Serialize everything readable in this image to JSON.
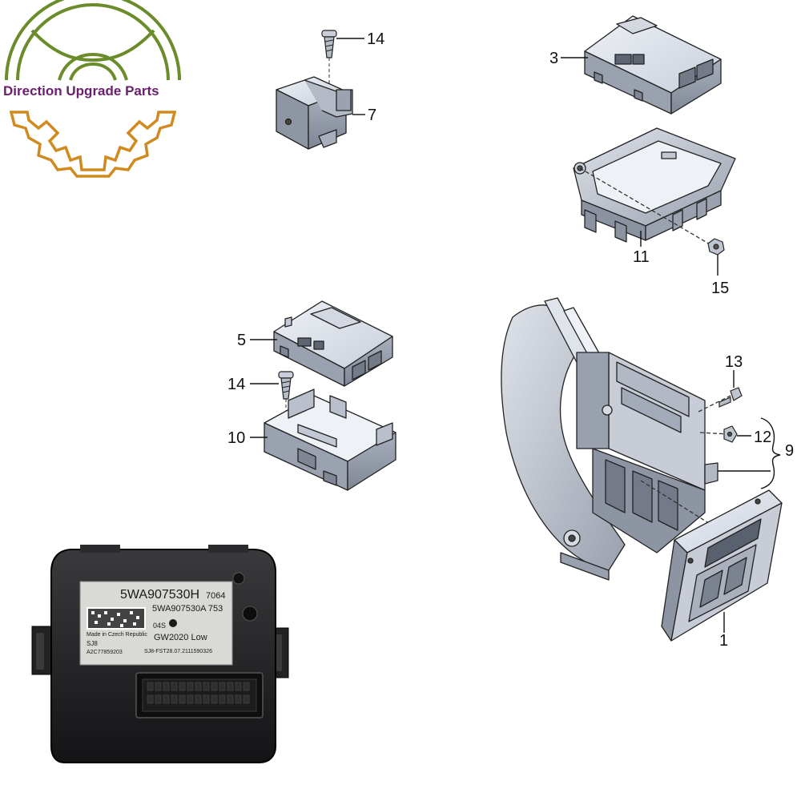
{
  "logo": {
    "brand_text": "Direction Upgrade Parts",
    "colors": {
      "wheel": "#6a8c2a",
      "gear": "#d08a1f",
      "text": "#6a1f6d"
    }
  },
  "callouts": {
    "c14_top": "14",
    "c7": "7",
    "c3": "3",
    "c11": "11",
    "c15": "15",
    "c5": "5",
    "c14_mid": "14",
    "c10": "10",
    "c13": "13",
    "c12": "12",
    "c9": "9",
    "c1": "1"
  },
  "product_label": {
    "part_number": "5WA907530H",
    "code": "7064",
    "part_number_alt": "5WA907530A  753",
    "variant": "04S",
    "origin": "Made in Czech Republic",
    "plant": "SJ8",
    "serial": "A2C77859203",
    "gateway": "GW2020 Low",
    "date_code": "SJ8-FST28.07.2111590326"
  }
}
